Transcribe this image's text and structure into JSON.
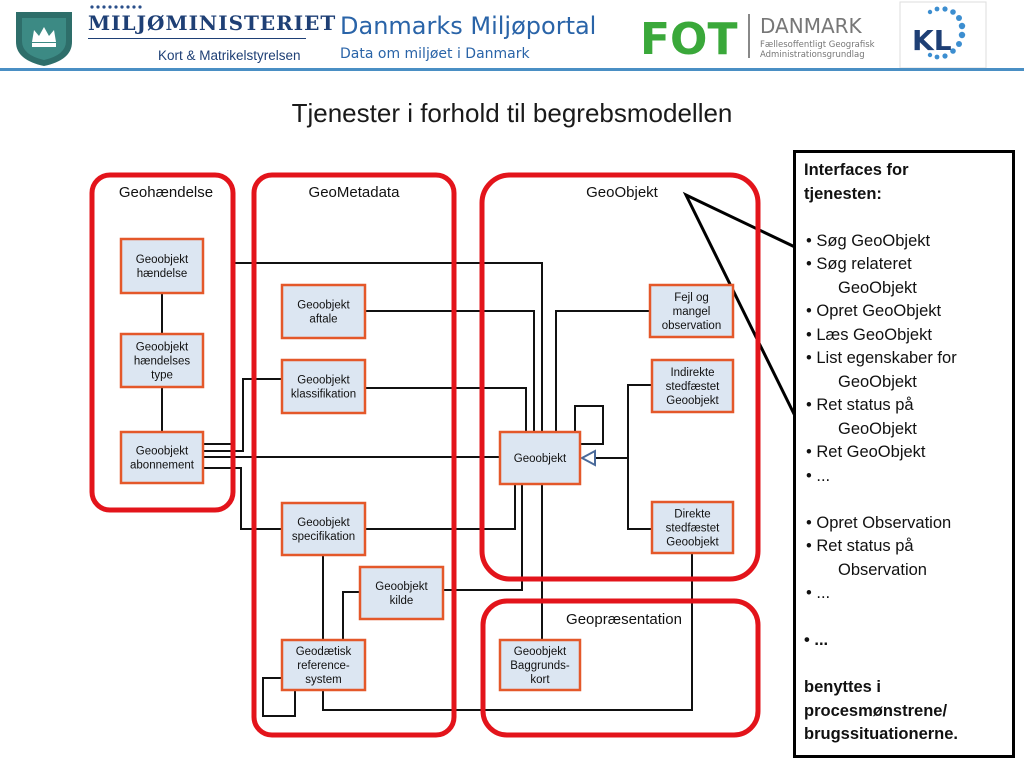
{
  "header": {
    "ministry_name": "MILJØMINISTERIET",
    "ministry_sub": "Kort & Matrikelstyrelsen",
    "portal_name": "Danmarks Miljøportal",
    "portal_sub": "Data om miljøet i Danmark",
    "fot_logo": "FOT",
    "fot_danmark": "DANMARK",
    "fot_sub1": "Fællesoffentligt Geografisk",
    "fot_sub2": "Administrationsgrundlag",
    "kl_logo": "KL"
  },
  "title": "Tjenester i forhold til begrebsmodellen",
  "groups": {
    "geohaendelse": "Geohændelse",
    "geometadata": "GeoMetadata",
    "geoobjekt": "GeoObjekt",
    "geopraesentation": "Geopræsentation"
  },
  "boxes": {
    "geoobjekt_haendelse": [
      "Geoobjekt",
      "hændelse"
    ],
    "geoobjekt_haendelses_type": [
      "Geoobjekt",
      "hændelses",
      "type"
    ],
    "geoobjekt_abonnement": [
      "Geoobjekt",
      "abonnement"
    ],
    "geoobjekt_aftale": [
      "Geoobjekt",
      "aftale"
    ],
    "geoobjekt_klassifikation": [
      "Geoobjekt",
      "klassifikation"
    ],
    "geoobjekt_specifikation": [
      "Geoobjekt",
      "specifikation"
    ],
    "geoobjekt_kilde": [
      "Geoobjekt",
      "kilde"
    ],
    "geodaetisk_referencesystem": [
      "Geodætisk",
      "reference-",
      "system"
    ],
    "geoobjekt": [
      "Geoobjekt"
    ],
    "fejl_og_mangel": [
      "Fejl og",
      "mangel",
      "observation"
    ],
    "indirekte": [
      "Indirekte",
      "stedfæstet",
      "Geoobjekt"
    ],
    "direkte": [
      "Direkte",
      "stedfæstet",
      "Geoobjekt"
    ],
    "baggrundskort": [
      "Geoobjekt",
      "Baggrunds-",
      "kort"
    ]
  },
  "callout": {
    "heading1": "Interfaces for",
    "heading2": "tjenesten:",
    "items": [
      [
        "• Søg GeoObjekt"
      ],
      [
        "• Søg relateret",
        "GeoObjekt"
      ],
      [
        "• Opret GeoObjekt"
      ],
      [
        "• Læs GeoObjekt"
      ],
      [
        "• List egenskaber for",
        "GeoObjekt"
      ],
      [
        "• Ret status på",
        "GeoObjekt"
      ],
      [
        "• Ret GeoObjekt"
      ],
      [
        "• ..."
      ]
    ],
    "items2": [
      [
        "• Opret Observation"
      ],
      [
        "• Ret status på",
        "Observation"
      ],
      [
        "• ..."
      ]
    ],
    "item_bold": "• ...",
    "footer1": "benyttes i",
    "footer2": "procesmønstrene/",
    "footer3": "brugssituationerne."
  },
  "colors": {
    "group_border": "#e3141b",
    "box_border": "#e4582a",
    "box_fill": "#dce6f2",
    "line": "#111111",
    "arrow": "#4a6a9a"
  }
}
